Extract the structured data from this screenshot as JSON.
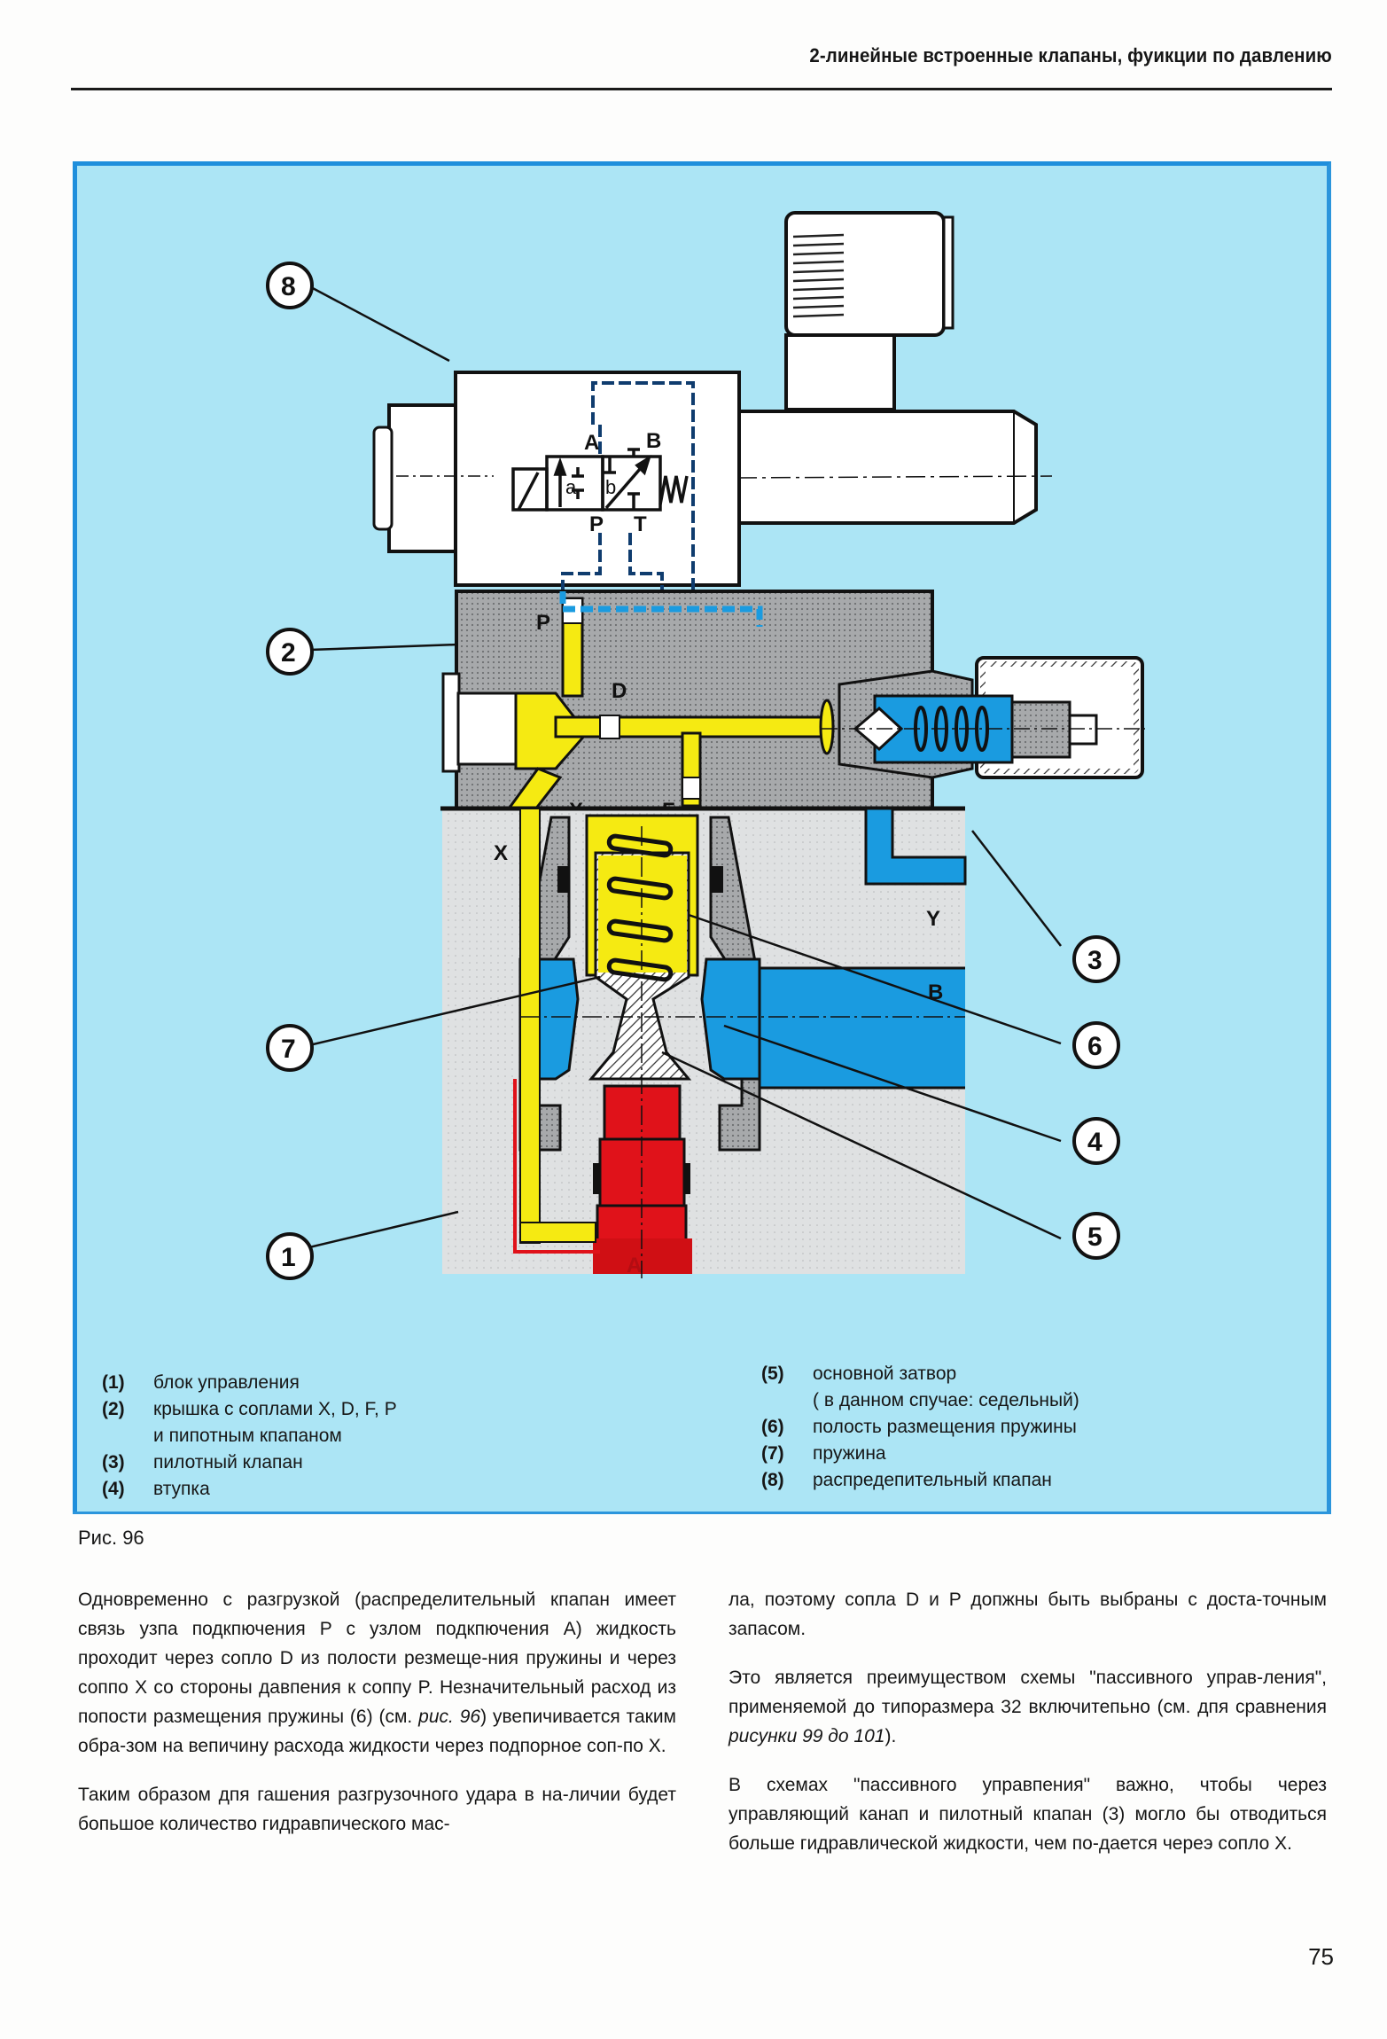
{
  "header": {
    "running_title": "2-линейные встроенные клапаны, фуикции по давлению"
  },
  "figure": {
    "caption": "Рис. 96",
    "callouts": [
      "1",
      "2",
      "3",
      "4",
      "5",
      "6",
      "7",
      "8"
    ],
    "port_labels": {
      "A_sym": "A",
      "B_sym": "B",
      "P_sym": "P",
      "T_sym": "T",
      "a": "a",
      "b": "b",
      "P_cover": "P",
      "D": "D",
      "X_cover": "X",
      "F": "F",
      "X_block": "X",
      "Y": "Y",
      "B_port": "B",
      "A_port": "A"
    },
    "colors": {
      "background": "#ace5f5",
      "frame": "#1f8fdc",
      "pressure_yellow": "#f5ea12",
      "tank_blue": "#1a9be0",
      "main_red": "#e0121a",
      "body_grey": "#9a9c9e",
      "block_light": "#dcdedf"
    },
    "legend_left": [
      {
        "num": "(1)",
        "text": "блок управления"
      },
      {
        "num": "(2)",
        "text": "крышка с соплами X, D, F, P",
        "cont": "и пипотным кпапаном"
      },
      {
        "num": "(3)",
        "text": "пилотный клапан"
      },
      {
        "num": "(4)",
        "text": "втупка"
      }
    ],
    "legend_right": [
      {
        "num": "(5)",
        "text": "основной затвор",
        "cont": "( в данном спучае: седельный)"
      },
      {
        "num": "(6)",
        "text": "полость размещения пружины"
      },
      {
        "num": "(7)",
        "text": "пружина"
      },
      {
        "num": "(8)",
        "text": "распредепительный кпапан"
      }
    ]
  },
  "body": {
    "left_col": {
      "p1": "Одновременно с разгрузкой (распределительный кпапан имеет связь узпа подкпючения P с узлом подкпючения A) жидкость проходит через сопло D из полости резмеще-ния пружины и через соппо X со стороны давпения к соппу P. Незначительный расход из попости размещения пружины (6)  (см. ",
      "p1_ref": "рuc. 96",
      "p1_end": ")  увепичивается таким обра-зом на вепичину расхода жидкости через подпорное соп-по X.",
      "p2": "Таким образом дпя гашения разгрузочного удара в на-личии будет бопьшое количество гидравпического мас-"
    },
    "right_col": {
      "p1": "ла, поэтому сопла D и P допжны быть выбраны с доста-точным запасом.",
      "p2": "Это является преимуществом схемы \"пассивного управ-ления\", применяемой до типоразмера 32 включитепьно (см. дпя сравнения ",
      "p2_ref": "рисунки 99 до 101",
      "p2_end": ").",
      "p3": "В схемах \"пассивного управпения\" важно, чтобы через управляющий канап и пилотный кпапан (3)  могло бы отводиться больше гидравлической жидкости, чем по-дается череэ сопло X."
    }
  },
  "footer": {
    "page_number": "75"
  }
}
